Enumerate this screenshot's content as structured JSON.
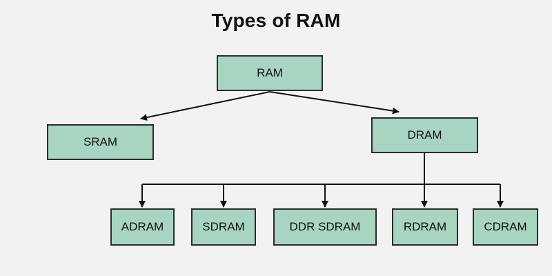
{
  "diagram": {
    "title": "Types of RAM",
    "colors": {
      "node_fill": "#a8d5c2",
      "node_border": "#2b2b2b",
      "connector": "#111111",
      "background": "#f2f2f2"
    },
    "nodes": {
      "ram": "RAM",
      "sram": "SRAM",
      "dram": "DRAM",
      "adram": "ADRAM",
      "sdram": "SDRAM",
      "ddr_sdram": "DDR SDRAM",
      "rdram": "RDRAM",
      "cdram": "CDRAM"
    },
    "edges": [
      {
        "from": "RAM",
        "to": "SRAM"
      },
      {
        "from": "RAM",
        "to": "DRAM"
      },
      {
        "from": "DRAM",
        "to": "ADRAM"
      },
      {
        "from": "DRAM",
        "to": "SDRAM"
      },
      {
        "from": "DRAM",
        "to": "DDR SDRAM"
      },
      {
        "from": "DRAM",
        "to": "RDRAM"
      },
      {
        "from": "DRAM",
        "to": "CDRAM"
      }
    ]
  }
}
